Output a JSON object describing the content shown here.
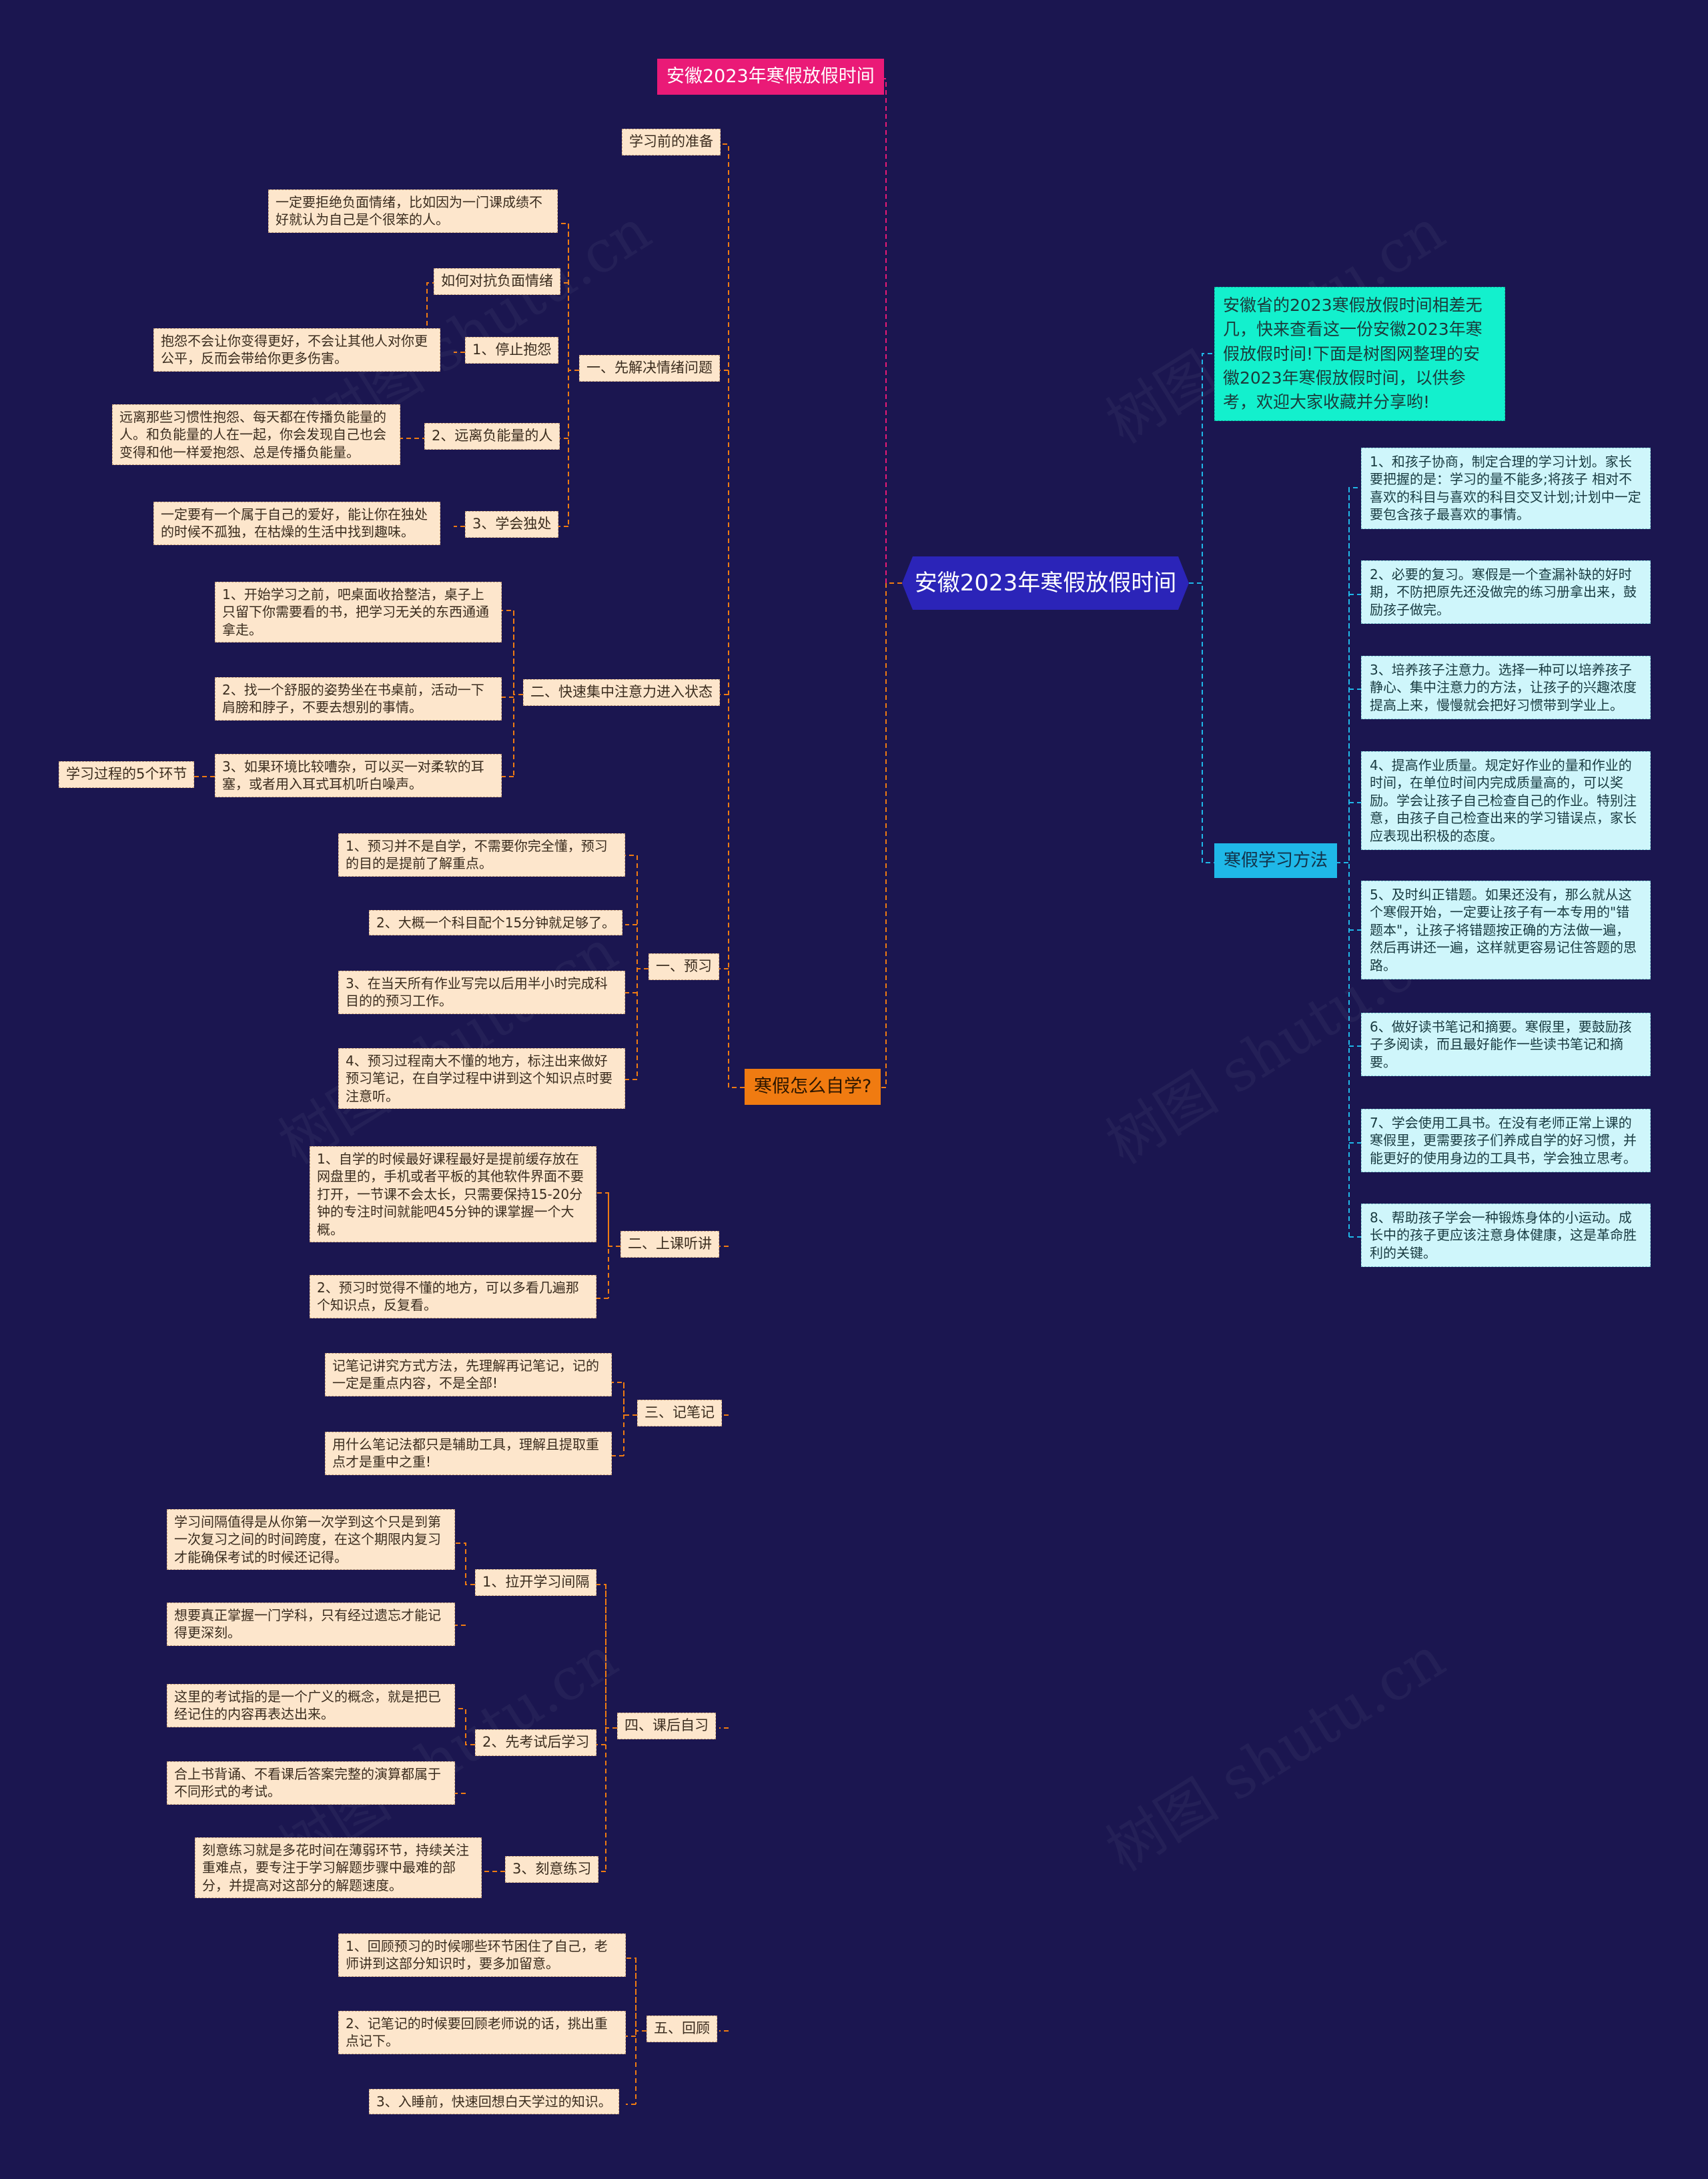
{
  "root": {
    "title": "安徽2023年寒假放假时间"
  },
  "left": {
    "top_title": "安徽2023年寒假放假时间",
    "main_topic": "寒假怎么自学?",
    "prep": "学习前的准备",
    "emotion": {
      "label": "一、先解决情绪问题",
      "negative_leaf": "一定要拒绝负面情绪，比如因为一门课成绩不好就认为自己是个很笨的人。",
      "negative_title": "如何对抗负面情绪",
      "stop": {
        "label": "1、停止抱怨",
        "text": "抱怨不会让你变得更好，不会让其他人对你更公平，反而会带给你更多伤害。"
      },
      "avoid": {
        "label": "2、远离负能量的人",
        "text": "远离那些习惯性抱怨、每天都在传播负能量的人。和负能量的人在一起，你会发现自己也会变得和他一样爱抱怨、总是传播负能量。"
      },
      "alone": {
        "label": "3、学会独处",
        "text": "一定要有一个属于自己的爱好，能让你在独处的时候不孤独，在枯燥的生活中找到趣味。"
      }
    },
    "focus": {
      "label": "二、快速集中注意力进入状态",
      "items": [
        "1、开始学习之前，吧桌面收拾整洁，桌子上只留下你需要看的书，把学习无关的东西通通拿走。",
        "2、找一个舒服的姿势坐在书桌前，活动一下肩膀和脖子，不要去想别的事情。",
        "3、如果环境比较嘈杂，可以买一对柔软的耳塞，或者用入耳式耳机听白噪声。"
      ],
      "side": "学习过程的5个环节"
    },
    "preview": {
      "label": "一、预习",
      "items": [
        "1、预习并不是自学，不需要你完全懂，预习的目的是提前了解重点。",
        "2、大概一个科目配个15分钟就足够了。",
        "3、在当天所有作业写完以后用半小时完成科目的的预习工作。",
        "4、预习过程南大不懂的地方，标注出来做好预习笔记，在自学过程中讲到这个知识点时要注意听。"
      ]
    },
    "lecture": {
      "label": "二、上课听讲",
      "items": [
        "1、自学的时候最好课程最好是提前缓存放在网盘里的，手机或者平板的其他软件界面不要打开，一节课不会太长，只需要保持15-20分钟的专注时间就能吧45分钟的课掌握一个大概。",
        "2、预习时觉得不懂的地方，可以多看几遍那个知识点，反复看。"
      ]
    },
    "notes": {
      "label": "三、记笔记",
      "items": [
        "记笔记讲究方式方法，先理解再记笔记，记的一定是重点内容，不是全部!",
        "用什么笔记法都只是辅助工具，理解且提取重点才是重中之重!"
      ]
    },
    "review": {
      "label": "四、课后自习",
      "spacing": {
        "label": "1、拉开学习间隔",
        "items": [
          "学习间隔值得是从你第一次学到这个只是到第一次复习之间的时间跨度，在这个期限内复习才能确保考试的时候还记得。",
          "想要真正掌握一门学科，只有经过遗忘才能记得更深刻。"
        ]
      },
      "test": {
        "label": "2、先考试后学习",
        "items": [
          "这里的考试指的是一个广义的概念，就是把已经记住的内容再表达出来。",
          "合上书背诵、不看课后答案完整的演算都属于不同形式的考试。"
        ]
      },
      "deliberate": {
        "label": "3、刻意练习",
        "text": "刻意练习就是多花时间在薄弱环节，持续关注重难点，要专注于学习解题步骤中最难的部分，并提高对这部分的解题速度。"
      }
    },
    "recall": {
      "label": "五、回顾",
      "items": [
        "1、回顾预习的时候哪些环节困住了自己，老师讲到这部分知识时，要多加留意。",
        "2、记笔记的时候要回顾老师说的话，挑出重点记下。",
        "3、入睡前，快速回想白天学过的知识。"
      ]
    }
  },
  "right": {
    "intro": "安徽省的2023寒假放假时间相差无几，快来查看这一份安徽2023年寒假放假时间!下面是树图网整理的安徽2023年寒假放假时间，以供参考，欢迎大家收藏并分享哟!",
    "method_label": "寒假学习方法",
    "methods": [
      "1、和孩子协商，制定合理的学习计划。家长要把握的是：学习的量不能多;将孩子 相对不喜欢的科目与喜欢的科目交叉计划;计划中一定要包含孩子最喜欢的事情。",
      "2、必要的复习。寒假是一个查漏补缺的好时期，不防把原先还没做完的练习册拿出来，鼓励孩子做完。",
      "3、培养孩子注意力。选择一种可以培养孩子静心、集中注意力的方法，让孩子的兴趣浓度提高上来，慢慢就会把好习惯带到学业上。",
      "4、提高作业质量。规定好作业的量和作业的时间，在单位时间内完成质量高的，可以奖励。学会让孩子自己检查自己的作业。特别注意，由孩子自己检查出来的学习错误点，家长应表现出积极的态度。",
      "5、及时纠正错题。如果还没有，那么就从这个寒假开始，一定要让孩子有一本专用的\"错题本\"，让孩子将错题按正确的方法做一遍，然后再讲还一遍，这样就更容易记住答题的思路。",
      "6、做好读书笔记和摘要。寒假里，要鼓励孩子多阅读，而且最好能作一些读书笔记和摘要。",
      "7、学会使用工具书。在没有老师正常上课的寒假里，更需要孩子们养成自学的好习惯，并能更好的使用身边的工具书，学会独立思考。",
      "8、帮助孩子学会一种锻炼身体的小运动。成长中的孩子更应该注意身体健康，这是革命胜利的关键。"
    ]
  },
  "watermark": "树图 shutu.cn",
  "colors": {
    "background": "#1b1650",
    "root": "#2b24b8",
    "pink": "#ea1a77",
    "orange": "#f07b11",
    "cyan": "#1fb8e8",
    "teal": "#13f0cd",
    "leaf": "#fde6cc"
  }
}
